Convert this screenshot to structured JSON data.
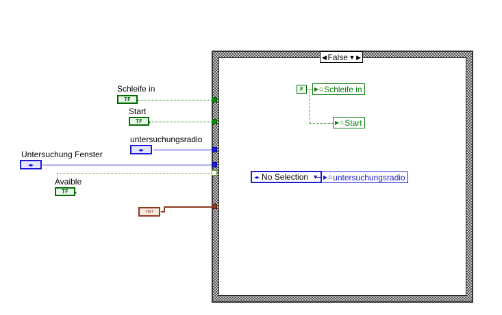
{
  "case_structure": {
    "selector_value": "False",
    "selector_left_arrow": "◀",
    "selector_right_arrow": "▶",
    "selector_dropdown": "▼"
  },
  "controls": {
    "schleife_in": {
      "label": "Schleife in",
      "glyph": "TF"
    },
    "start": {
      "label": "Start",
      "glyph": "TF"
    },
    "untersuchungsradio": {
      "label": "untersuchungsradio",
      "glyph": "◂▸"
    },
    "untersuchung_fenster": {
      "label": "Untersuchung Fenster",
      "glyph": "◂▸"
    },
    "avaible": {
      "label": "Avaible",
      "glyph": "TF"
    },
    "refnum": {
      "glyph": "?0?"
    }
  },
  "inner": {
    "false_constant": "F",
    "local_schleife_in": "Schleife in",
    "local_start": "Start",
    "enum_constant": "No Selection",
    "local_untersuchungsradio": "untersuchungsradio"
  },
  "colors": {
    "boolean": "#006b00",
    "enum": "#1a1ad6",
    "refnum": "#8b3a1e"
  }
}
